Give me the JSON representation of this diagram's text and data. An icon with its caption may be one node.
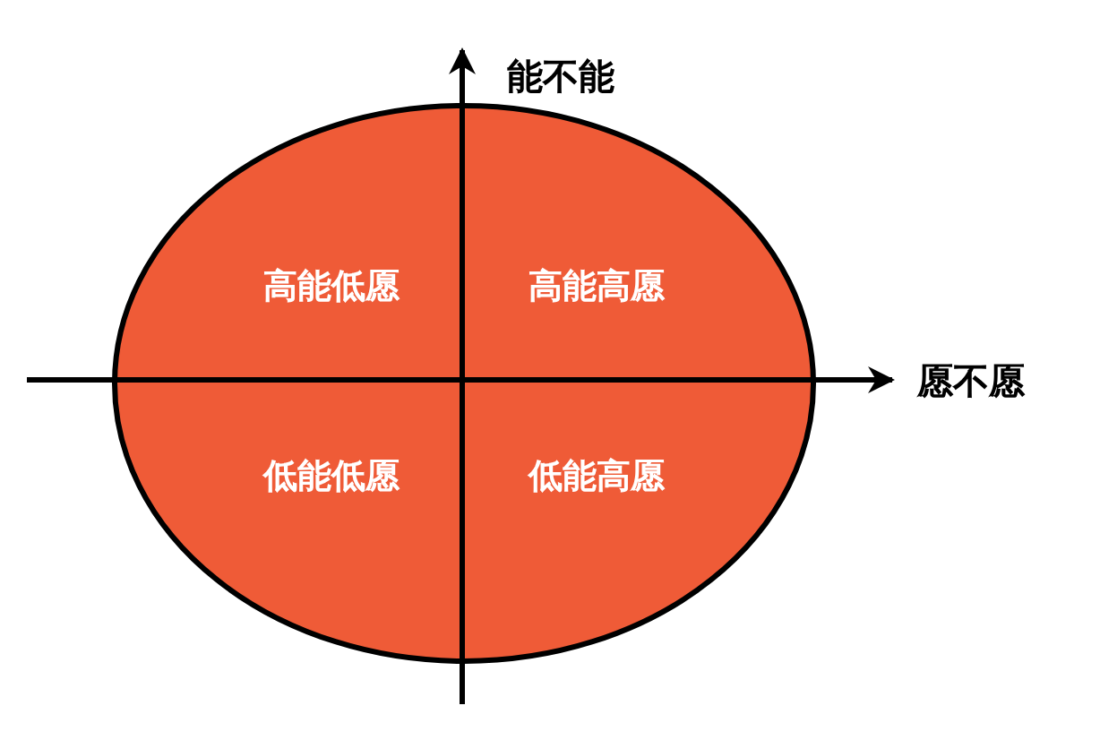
{
  "diagram": {
    "nodes": [
      {
        "text": [
          "高能低愿",
          "高能高愿",
          "低能低愿",
          "低能高愿"
        ]
      }
    ],
    "edges": [],
    "labels": [
      "能不能",
      "愿不愿"
    ]
  }
}
